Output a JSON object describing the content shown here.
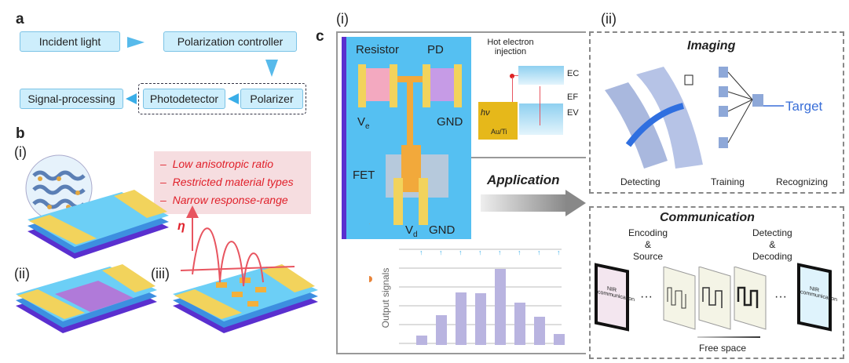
{
  "panel_a": {
    "label": "a",
    "boxes": [
      "Incident light",
      "Polarization controller",
      "Signal-processing",
      "Photodetector",
      "Polarizer"
    ]
  },
  "panel_b": {
    "label": "b",
    "sub_i": "(i)",
    "sub_ii": "(ii)",
    "sub_iii": "(iii)",
    "issues": [
      "Low anisotropic ratio",
      "Restricted material types",
      "Narrow response-range"
    ],
    "eta": "η"
  },
  "panel_c": {
    "label": "c",
    "sub_i": "(i)",
    "sub_ii": "(ii)",
    "circuit": {
      "resistor": "Resistor",
      "pd": "PD",
      "ve": "V",
      "ve_sub": "e",
      "gnd1": "GND",
      "fet": "FET",
      "vd": "V",
      "vd_sub": "d",
      "gnd2": "GND"
    },
    "band": {
      "title_line1": "Hot electron",
      "title_line2": "injection",
      "ec": "EC",
      "ef": "EF",
      "ev": "EV",
      "hv": "hν",
      "metal": "Au/Ti"
    },
    "application": "Application",
    "output_signals": "Output signals",
    "bars": [
      0.12,
      0.38,
      0.67,
      0.66,
      0.97,
      0.54,
      0.36,
      0.14
    ],
    "imaging": {
      "title": "Imaging",
      "target": "Target",
      "steps": [
        "Detecting",
        "Training",
        "Recognizing"
      ]
    },
    "communication": {
      "title": "Communication",
      "encoding": [
        "Encoding",
        "&",
        "Source"
      ],
      "decoding": [
        "Detecting",
        "&",
        "Decoding"
      ],
      "screen_text": "NIR communication",
      "dots": "···",
      "free_space": "Free space"
    }
  },
  "colors": {
    "box_fill": "#cdeefc",
    "arrow": "#3aaee8",
    "device_blue": "#55c0f2",
    "gold": "#f2c94c",
    "purple": "#b07ad9",
    "red_text": "#e0202a",
    "pink_box": "#f6dde0"
  }
}
